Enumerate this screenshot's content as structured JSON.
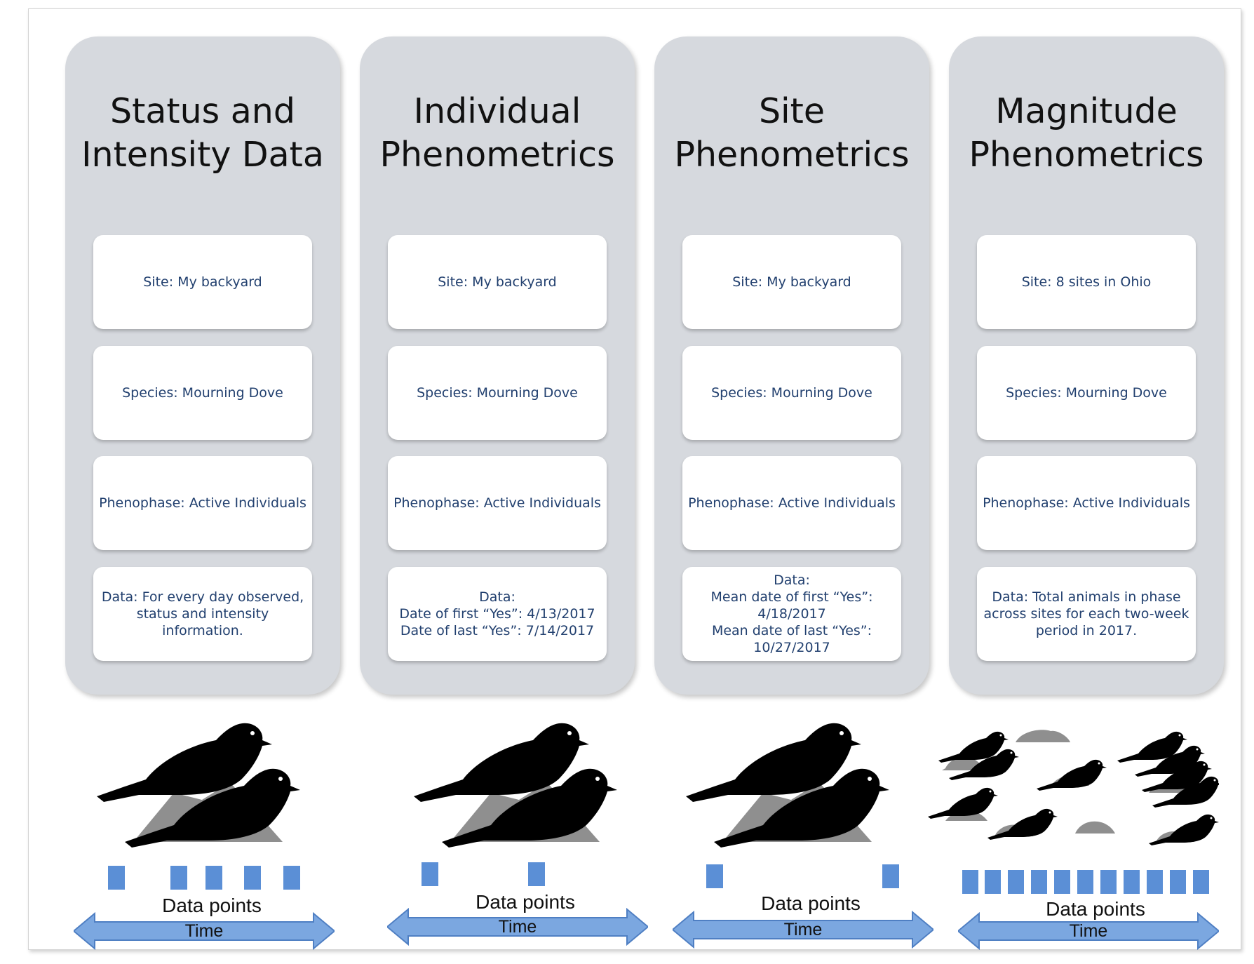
{
  "columns": [
    {
      "title": "Status and\nIntensity Data",
      "cards": [
        "Site: My backyard",
        "Species: Mourning Dove",
        "Phenophase: Active Individuals",
        "Data: For every day observed,\nstatus and intensity\ninformation."
      ],
      "data_points_label": "Data points",
      "time_label": "Time",
      "data_point_count": 5
    },
    {
      "title": "Individual\nPhenometrics",
      "cards": [
        "Site: My backyard",
        "Species: Mourning Dove",
        "Phenophase: Active Individuals",
        "Data:\nDate of first “Yes”:  4/13/2017\nDate of last “Yes”:  7/14/2017"
      ],
      "data_points_label": "Data points",
      "time_label": "Time",
      "data_point_count": 2
    },
    {
      "title": "Site\nPhenometrics",
      "cards": [
        "Site: My backyard",
        "Species: Mourning Dove",
        "Phenophase: Active Individuals",
        "Data:\nMean date of first “Yes”:\n4/18/2017\nMean date of last “Yes”:\n10/27/2017"
      ],
      "data_points_label": "Data points",
      "time_label": "Time",
      "data_point_count": 2
    },
    {
      "title": "Magnitude\nPhenometrics",
      "cards": [
        "Site: 8 sites in Ohio",
        "Species: Mourning Dove",
        "Phenophase: Active Individuals",
        "Data: Total animals in phase\nacross sites for each two-week\nperiod in 2017."
      ],
      "data_points_label": "Data points",
      "time_label": "Time",
      "data_point_count": 11
    }
  ],
  "colors": {
    "column_bg": "#d6d9de",
    "card_text": "#22406f",
    "data_point": "#5b8fd6",
    "bird": "#000000",
    "rock": "#8f8f8f"
  },
  "icons": [
    "mourning-dove-silhouette-icon",
    "rock-icon",
    "double-arrow-icon"
  ]
}
